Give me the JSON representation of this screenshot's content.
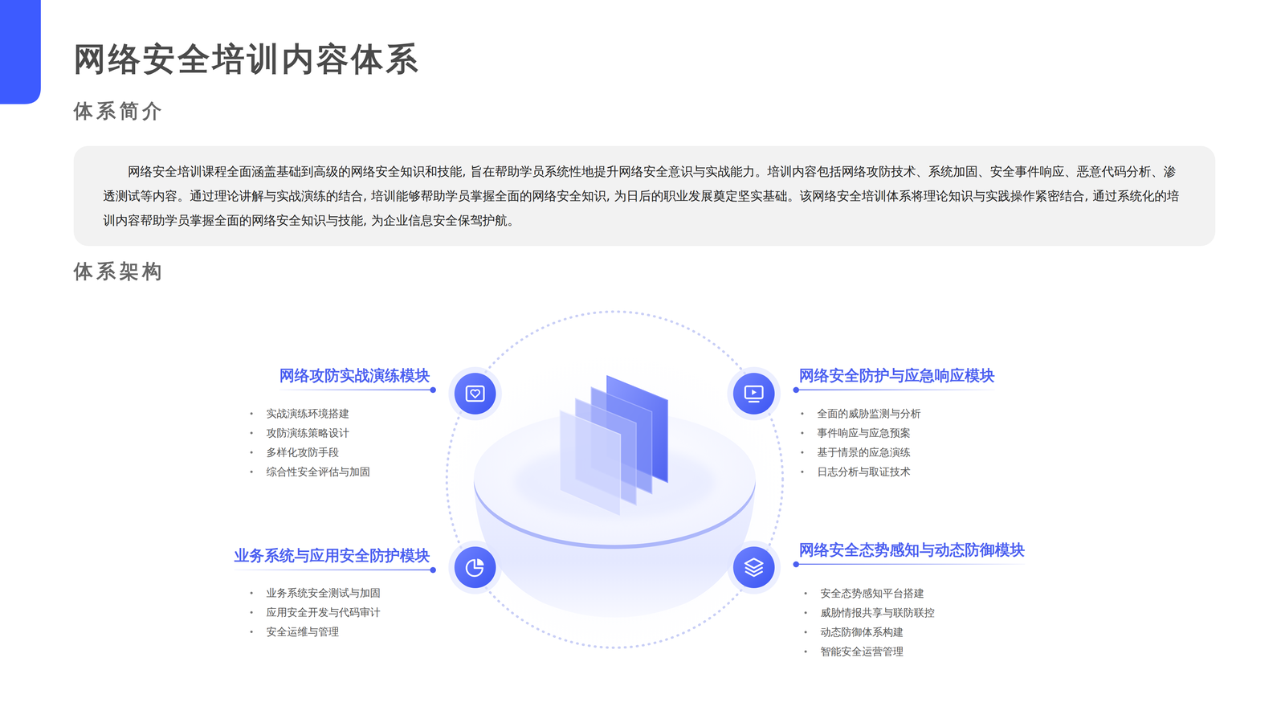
{
  "diagram": {
    "title": "网络安全培训内容体系",
    "nodes": [
      {
        "text": [
          "网络安全培训课程全面涵盖基础到高级的网络安全知识和技能, 旨在帮助学员系统性地提升网络安全意识与实战能力。培训内容包括网络攻防技术、系统加固、安全事件响应、恶意代码分析、渗透测试等内容。通过理论讲解与实战演练的结合, 培训能够帮助学员掌握全面的网络安全知识, 为日后的职业发展奠定坚实基础。该网络安全培训体系将理论知识与实践操作紧密结合, 通过系统化的培训内容帮助学员掌握全面的网络安全知识与技能, 为企业信息安全保驾护航。"
        ]
      },
      {
        "text": [
          "网络攻防实战演练模块",
          "实战演练环境搭建",
          "攻防演练策略设计",
          "多样化攻防手段",
          "综合性安全评估与加固"
        ]
      },
      {
        "text": [
          "网络安全防护与应急响应模块",
          "全面的威胁监测与分析",
          "事件响应与应急预案",
          "基于情景的应急演练",
          "日志分析与取证技术"
        ]
      },
      {
        "text": [
          "业务系统与应用安全防护模块",
          "业务系统安全测试与加固",
          "应用安全开发与代码审计",
          "安全运维与管理"
        ]
      },
      {
        "text": [
          "网络安全态势感知与动态防御模块",
          "安全态势感知平台搭建",
          "威胁情报共享与联防联控",
          "动态防御体系构建",
          "智能安全运营管理"
        ]
      }
    ],
    "labels": [
      "体系简介",
      "体系架构"
    ]
  }
}
